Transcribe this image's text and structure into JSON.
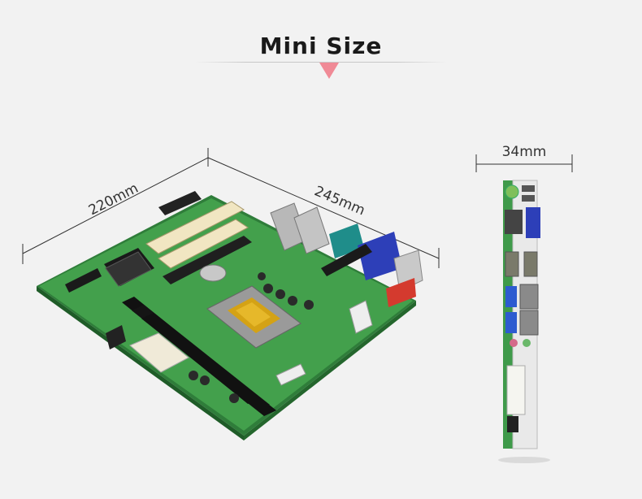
{
  "heading": {
    "title": "Mini Size"
  },
  "dimensions": {
    "depth": "220mm",
    "width": "245mm",
    "height": "34mm"
  },
  "colors": {
    "background": "#f2f2f2",
    "accent_arrow": "#f08a96",
    "pcb_green": "#3f9a4a",
    "vga_blue": "#2d3fb8",
    "serial_teal": "#1f8d8a"
  }
}
